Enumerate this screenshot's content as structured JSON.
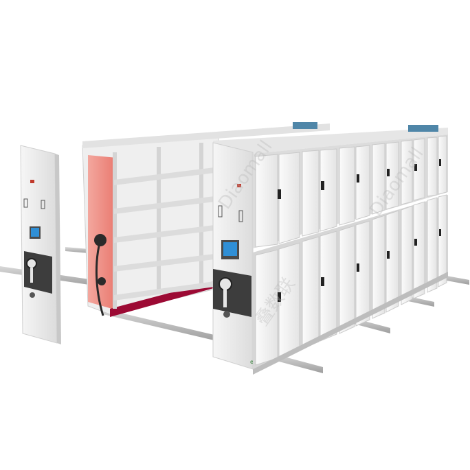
{
  "product": {
    "type": "mobile compact shelving / intelligent archive cabinet",
    "colors": {
      "body": "#ececec",
      "body_shadow": "#cfcfcf",
      "door_face": "#f3f3f3",
      "door_edge": "#c9c9c9",
      "rail": "#b9b9b9",
      "crank_panel": "#3d3d3d",
      "screen_frame": "#4a4a4a",
      "screen": "#2f8fd6",
      "top_vent": "#4f86a8",
      "accent_base": "#9c0a34",
      "side_panel_glow": "#f08a82"
    },
    "icons": [
      "touch-screen-icon",
      "crank-handle-icon",
      "lock-icon",
      "power-button-icon"
    ],
    "label": {
      "base_badge": "e"
    }
  },
  "watermark": {
    "text": "Diaomall",
    "cn": "叠数联"
  }
}
